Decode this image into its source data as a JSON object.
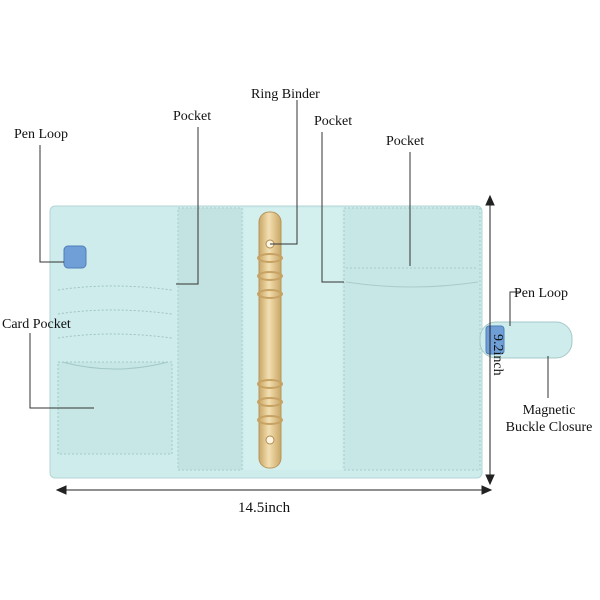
{
  "product": {
    "cover_color": "#cdeceb",
    "loop_color": "#6f9fd6",
    "ring_color": "#e9cf98"
  },
  "labels": {
    "pen_loop_left": "Pen Loop",
    "pocket_left": "Pocket",
    "ring_binder": "Ring Binder",
    "pocket_middle": "Pocket",
    "pocket_right": "Pocket",
    "pen_loop_right": "Pen Loop",
    "card_pocket": "Card Pocket",
    "magnetic_line1": "Magnetic",
    "magnetic_line2": "Buckle Closure"
  },
  "dimensions": {
    "width": "14.5inch",
    "height": "9.2inch"
  }
}
